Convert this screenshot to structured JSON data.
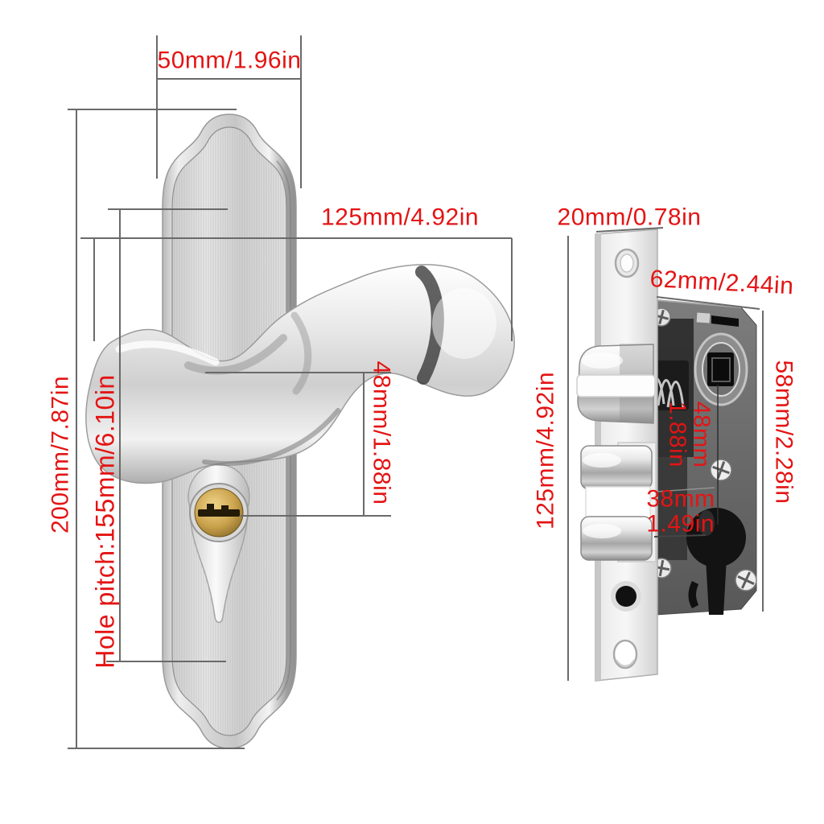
{
  "colors": {
    "dimension_text_red": "#e41414",
    "dimension_line_gray": "#6a6a6a",
    "background": "#ffffff"
  },
  "handle": {
    "name": "lever door handle with backplate",
    "labels": {
      "plate_width": "50mm/1.96in",
      "lever_length": "125mm/4.92in",
      "plate_height": "200mm/7.87in",
      "hole_pitch": "Hole pitch:155mm/6.10in",
      "lever_to_keyhole": "48mm/1.88in"
    }
  },
  "lock": {
    "name": "mortise lock body",
    "labels": {
      "faceplate_width": "20mm/0.78in",
      "body_width": "62mm/2.44in",
      "faceplate_height": "125mm/4.92in",
      "body_height": "58mm/2.28in",
      "hub_to_cylinder": [
        "48mm",
        "1.88in"
      ],
      "cylinder_offset": [
        "38mm",
        "1.49in"
      ]
    }
  }
}
